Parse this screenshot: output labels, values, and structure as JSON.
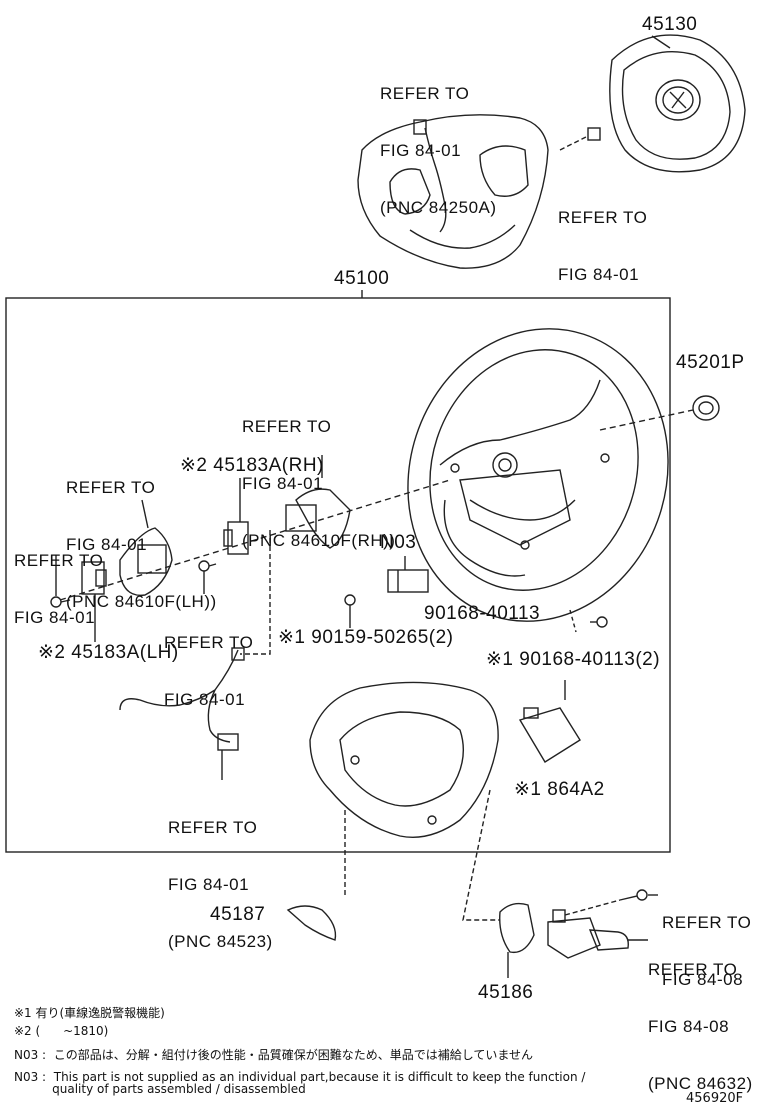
{
  "parts": {
    "p45130": "45130",
    "p45100": "45100",
    "p45201P": "45201P",
    "p45183A_RH": "※2 45183A(RH)",
    "p45183A_LH": "※2 45183A(LH)",
    "pN03": "N03",
    "p90168_40113": "90168-40113",
    "p90159_50265": "※1 90159-50265(2)",
    "p90168_40113_2": "※1 90168-40113(2)",
    "p864A2": "※1 864A2",
    "p45187": "45187",
    "p45186": "45186"
  },
  "refs": {
    "ref_top_left": [
      "REFER TO",
      "FIG 84-01",
      "(PNC 84250A)"
    ],
    "ref_top_right": [
      "REFER TO",
      "FIG 84-01"
    ],
    "ref_rh": [
      "REFER TO",
      "FIG 84-01",
      "(PNC 84610F(RH))"
    ],
    "ref_lh": [
      "REFER TO",
      "FIG 84-01",
      "(PNC 84610F(LH))"
    ],
    "ref_left": [
      "REFER TO",
      "FIG 84-01"
    ],
    "ref_mid": [
      "REFER TO",
      "FIG 84-01"
    ],
    "ref_harness": [
      "REFER TO",
      "FIG 84-01",
      "(PNC 84523)"
    ],
    "ref_0808a": [
      "REFER TO",
      "FIG 84-08"
    ],
    "ref_0808b": [
      "REFER TO",
      "FIG 84-08",
      "(PNC 84632)"
    ]
  },
  "notes": {
    "n1": "※1 有り(車線逸脱警報機能)",
    "n2": "※2 (      ~1810)",
    "n3": "N03 :  この部品は、分解・組付け後の性能・品質確保が困難なため、単品では補給していません",
    "n4a": "N03 :  This part is not supplied as an individual part,because it is difficult to keep the function /",
    "n4b": "          quality of parts assembled / disassembled"
  },
  "figure_id": "456920F"
}
